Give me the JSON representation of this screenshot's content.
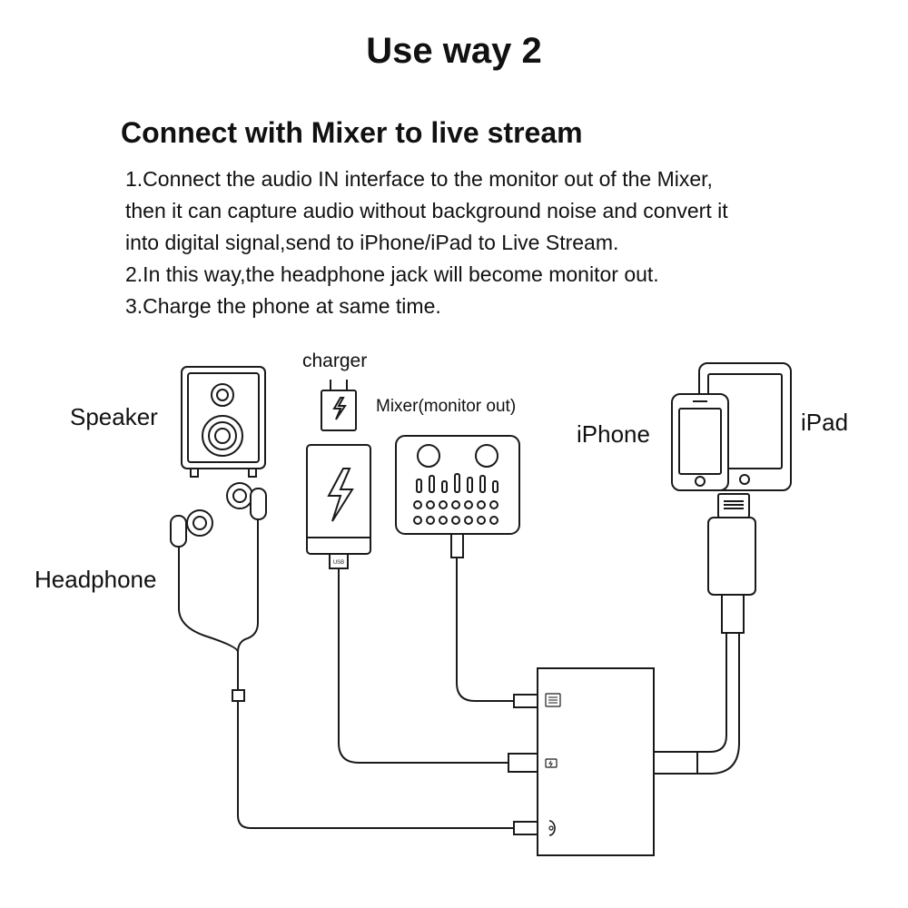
{
  "header": {
    "title": "Use way 2",
    "subtitle": "Connect with Mixer to live stream"
  },
  "steps": [
    "1.Connect the audio IN interface to the monitor out of the Mixer,",
    "then it can capture audio without background noise and convert it",
    "into digital signal,send to iPhone/iPad to Live Stream.",
    "2.In this way,the headphone jack will become monitor out.",
    "3.Charge the phone at same time."
  ],
  "labels": {
    "speaker": "Speaker",
    "headphone": "Headphone",
    "charger": "charger",
    "mixer": "Mixer(monitor out)",
    "iphone": "iPhone",
    "ipad": "iPad",
    "usb": "USB"
  },
  "icons": {
    "speaker": "speaker-icon",
    "headphone": "earbuds-icon",
    "charger": "charger-plug-icon",
    "power_bank": "power-bank-icon",
    "mixer": "mixer-icon",
    "phone": "iphone-icon",
    "tablet": "ipad-icon",
    "lightning_cable": "lightning-connector-icon",
    "adapter": "adapter-hub-icon",
    "port_audio_in": "mixer-port-icon",
    "port_charge": "charge-port-icon",
    "port_headphone": "headphone-port-icon"
  },
  "colors": {
    "line": "#1a1a1a",
    "background": "#ffffff",
    "text": "#111111"
  }
}
